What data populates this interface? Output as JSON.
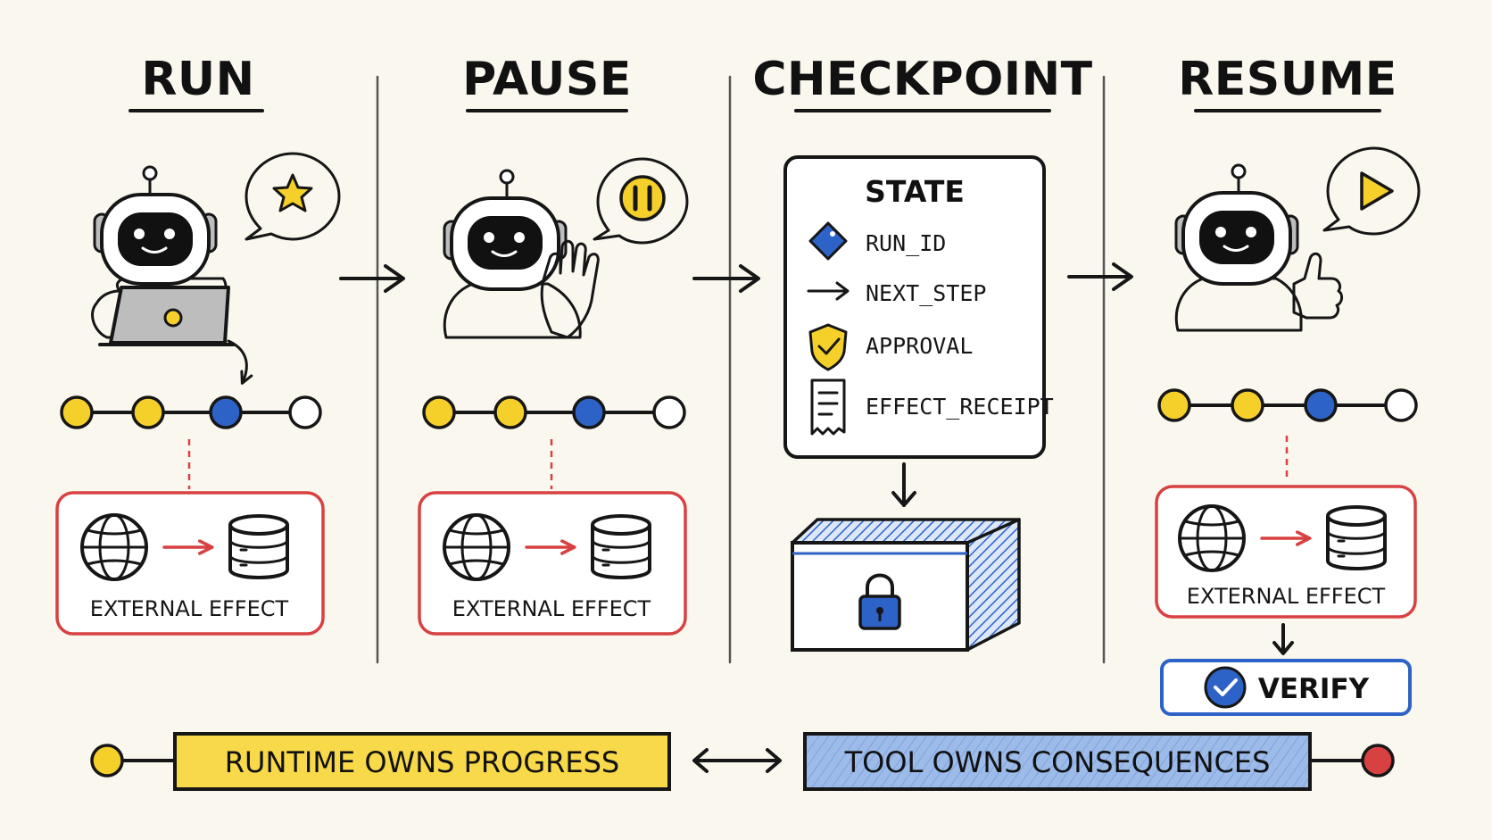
{
  "stages": [
    {
      "title": "RUN",
      "bubble_icon": "star-icon",
      "effect_label": "EXTERNAL EFFECT"
    },
    {
      "title": "PAUSE",
      "bubble_icon": "pause-icon",
      "effect_label": "EXTERNAL EFFECT"
    },
    {
      "title": "CHECKPOINT"
    },
    {
      "title": "RESUME",
      "bubble_icon": "play-icon",
      "effect_label": "EXTERNAL EFFECT"
    }
  ],
  "checkpoint": {
    "state_title": "STATE",
    "fields": [
      {
        "label": "RUN_ID",
        "icon": "diamond-tag-icon"
      },
      {
        "label": "NEXT_STEP",
        "icon": "arrow-right-icon"
      },
      {
        "label": "APPROVAL",
        "icon": "shield-check-icon"
      },
      {
        "label": "EFFECT_RECEIPT",
        "icon": "receipt-icon"
      }
    ]
  },
  "resume": {
    "verify_label": "VERIFY"
  },
  "timeline": {
    "steps": [
      {
        "status": "done"
      },
      {
        "status": "done"
      },
      {
        "status": "current"
      },
      {
        "status": "pending"
      }
    ]
  },
  "footer": {
    "left_label": "RUNTIME OWNS PROGRESS",
    "right_label": "TOOL OWNS CONSEQUENCES"
  },
  "colors": {
    "background": "#faf7ef",
    "ink": "#161616",
    "yellow": "#f5d02a",
    "blue": "#2d62c6",
    "red": "#d84141",
    "light_blue": "#9dbbe9",
    "gray": "#bdbdbd"
  }
}
